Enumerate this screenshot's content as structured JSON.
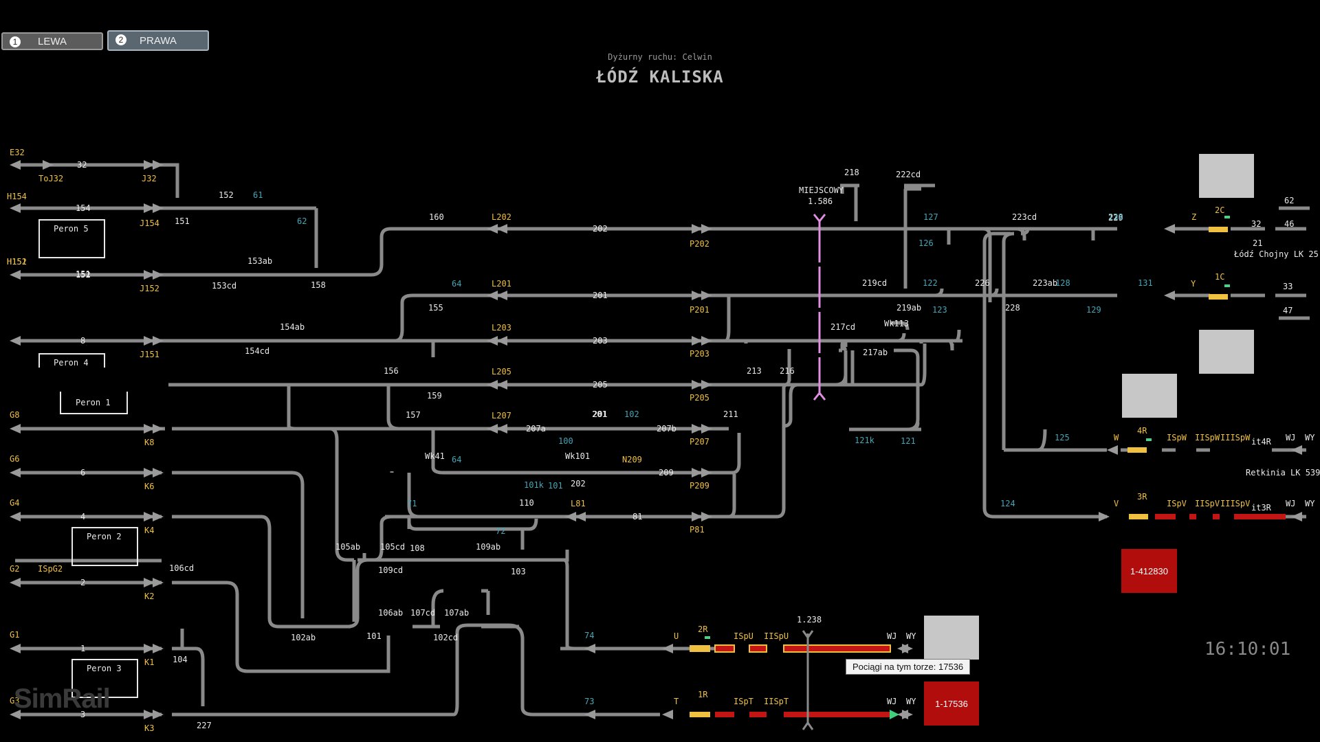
{
  "tabs": [
    {
      "num": "1",
      "label": "LEWA"
    },
    {
      "num": "2",
      "label": "PRAWA"
    }
  ],
  "header": {
    "dispatcher": "Dyżurny ruchu: Celwin",
    "station": "ŁÓDŹ KALISKA"
  },
  "clock": "16:10:01",
  "tooltip": "Pociągi na tym torze: 17536",
  "trains": [
    "1-412830",
    "1-17536"
  ],
  "logo": "SimRail",
  "platforms": [
    "Peron 5",
    "Peron 4",
    "Peron 1",
    "Peron 2",
    "Peron 3"
  ],
  "track_numbers": [
    "32",
    "154",
    "152",
    "151",
    "8",
    "6",
    "4",
    "2",
    "1",
    "3",
    "202",
    "201",
    "203",
    "205",
    "207a",
    "201",
    "207b",
    "209",
    "81",
    "21",
    "33",
    "47",
    "62",
    "46",
    "32"
  ],
  "signals_yellow": [
    "E32",
    "ToJ32",
    "J32",
    "H154",
    "J154",
    "H152",
    "J152",
    "H151",
    "J151",
    "G8",
    "K8",
    "G6",
    "K6",
    "G4",
    "K4",
    "G2",
    "ISpG2",
    "K2",
    "G1",
    "K1",
    "G3",
    "K3",
    "L202",
    "P202",
    "L201",
    "P201",
    "L203",
    "P203",
    "L205",
    "P205",
    "L207",
    "P207",
    "N209",
    "P209",
    "L81",
    "P81",
    "U",
    "2R",
    "ISpU",
    "IISpU",
    "T",
    "1R",
    "ISpT",
    "IISpT",
    "Z",
    "2C",
    "Y",
    "1C",
    "W",
    "4R",
    "ISpW",
    "IISpW",
    "IIISpW",
    "V",
    "3R",
    "ISpV",
    "IISpV",
    "IIISpV"
  ],
  "switch_labels": [
    "152",
    "151",
    "153ab",
    "153cd",
    "158",
    "154ab",
    "154cd",
    "160",
    "155",
    "156",
    "159",
    "157",
    "218",
    "222cd",
    "228",
    "219cd",
    "219ab",
    "217cd",
    "217ab",
    "Wk113",
    "213",
    "216",
    "211",
    "201",
    "Wk101",
    "202",
    "Wk41",
    "110",
    "108",
    "105cd",
    "105ab",
    "109cd",
    "109ab",
    "103",
    "106cd",
    "106ab",
    "107cd",
    "107ab",
    "102cd",
    "102ab",
    "101",
    "104",
    "227",
    "223cd",
    "226",
    "223ab",
    "228",
    "229"
  ],
  "teal_labels": [
    "61",
    "62",
    "64",
    "127",
    "126",
    "130",
    "122",
    "123",
    "128",
    "131",
    "129",
    "102",
    "100",
    "121k",
    "121",
    "64",
    "101k",
    "101",
    "71",
    "72",
    "74",
    "73",
    "125",
    "124"
  ],
  "miejscowy": {
    "label": "MIEJSCOWY",
    "km": "1.586"
  },
  "km_bottom": "1.238",
  "destinations": [
    "Łódź Chojny LK 25",
    "Retkinia LK 539"
  ],
  "it_labels": [
    "it4R",
    "it3R"
  ],
  "wj_wy": [
    "WJ",
    "WY"
  ]
}
